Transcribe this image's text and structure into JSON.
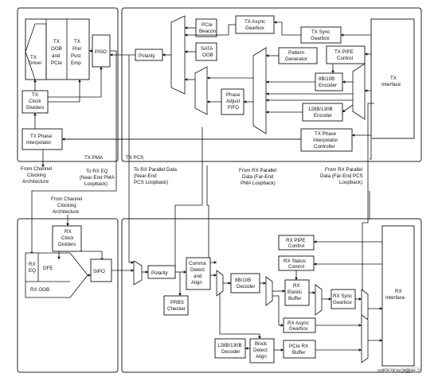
{
  "regions": {
    "tx_pma": "TX PMA",
    "tx_pcs": "TX PCS"
  },
  "tx_blocks": {
    "tx_driver": [
      "TX",
      "Driver"
    ],
    "tx_oob_pcie": [
      "TX",
      "OOB",
      "and",
      "PCIe"
    ],
    "tx_pre_post_emp": [
      "TX",
      "Pre/",
      "Post",
      "Emp"
    ],
    "piso": "PISO",
    "tx_clock_dividers": [
      "TX",
      "Clock",
      "Dividers"
    ],
    "tx_phase_interpolator": [
      "TX Phase",
      "Interpolator"
    ],
    "polarity": "Polarity",
    "pcie_beacon": [
      "PCIe",
      "Beacon"
    ],
    "sata_oob": [
      "SATA",
      "OOB"
    ],
    "tx_async_gearbox": [
      "TX Async",
      "Gearbox"
    ],
    "tx_sync_gearbox": [
      "TX Sync",
      "Gearbox"
    ],
    "pattern_generator": [
      "Pattern",
      "Generator"
    ],
    "tx_pipe_control": [
      "TX PIPE",
      "Control"
    ],
    "enc_8b10b": [
      "8B/10B",
      "Encoder"
    ],
    "enc_128b130b": [
      "128B/130B",
      "Encoder"
    ],
    "phase_adjust_fifo": [
      "Phase",
      "Adjust",
      "FIFO"
    ],
    "tx_interface": [
      "TX",
      "Interface"
    ],
    "tx_pi_controller": [
      "TX Phase",
      "Interpolator",
      "Controller"
    ]
  },
  "rx_blocks": {
    "rx_clock_dividers": [
      "RX",
      "Clock",
      "Dividers"
    ],
    "rx_eq": [
      "RX",
      "EQ"
    ],
    "dfe": "DFE",
    "rx_oob": "RX OOB",
    "sipo": "SIPO",
    "polarity": "Polarity",
    "prbs_checker": [
      "PRBS",
      "Checker"
    ],
    "comma_detect_align": [
      "Comma",
      "Detect",
      "and",
      "Align"
    ],
    "dec_8b10b": [
      "8B/10B",
      "Decoder"
    ],
    "rx_pipe_control": [
      "RX PIPE",
      "Control"
    ],
    "rx_status_control": [
      "RX Status",
      "Control"
    ],
    "rx_elastic_buffer": [
      "RX",
      "Elastic",
      "Buffer"
    ],
    "rx_sync_gearbox": [
      "RX Sync",
      "Gearbox"
    ],
    "rx_async_gearbox": [
      "RX Async",
      "Gearbox"
    ],
    "dec_128b130b": [
      "128B/130B",
      "Decoder"
    ],
    "block_detect_align": [
      "Block",
      "Detect",
      "Align"
    ],
    "pcie_rx_buffer": [
      "PCIe RX",
      "Buffer"
    ],
    "rx_interface": [
      "RX",
      "Interface"
    ]
  },
  "annotations": {
    "from_channel_clocking_tx": [
      "From Channel",
      "Clocking",
      "Architecture"
    ],
    "to_rx_eq": [
      "To RX EQ",
      "(Near-End PMA",
      "Loopback)"
    ],
    "to_rx_parallel": [
      "To RX Parallel Data",
      "(Near-End",
      "PCS Loopback)"
    ],
    "from_rx_parallel_pma": [
      "From RX Parallel",
      "Data (Far-End",
      "PMA Loopback)"
    ],
    "from_rx_parallel_pcs": [
      "From RX Parallel",
      "Data (Far-End PCS",
      "Loopback)"
    ],
    "from_channel_clocking_rx": [
      "From Channel",
      "Clocking",
      "Architecture"
    ]
  },
  "watermark": "CSDN @星辰逐",
  "footer_code": "UG576_c4_02_090915"
}
